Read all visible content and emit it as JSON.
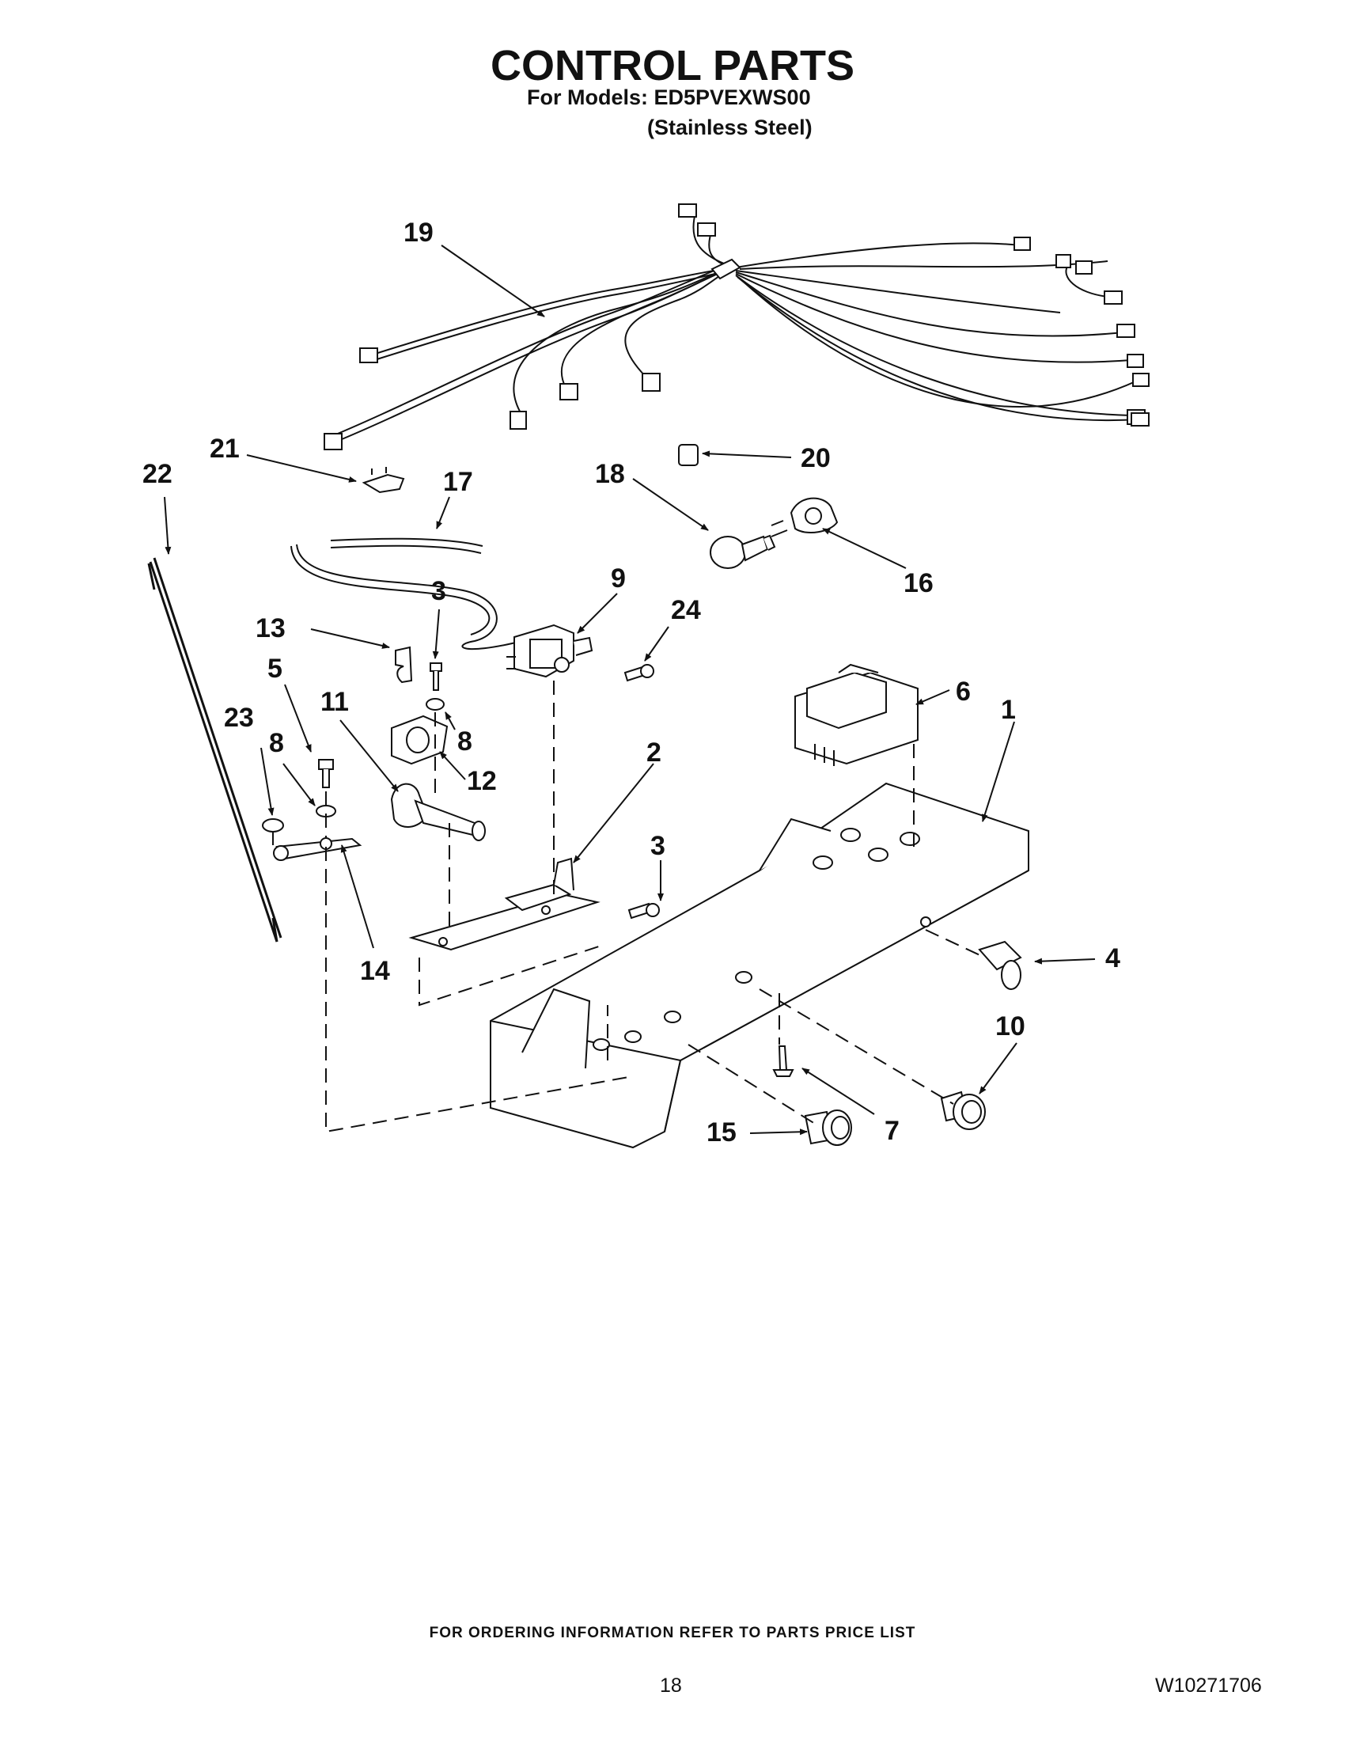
{
  "header": {
    "title": "CONTROL PARTS",
    "models_line": "For Models: ED5PVEXWS00",
    "finish_line": "(Stainless Steel)"
  },
  "callouts": [
    "19",
    "21",
    "17",
    "22",
    "18",
    "20",
    "16",
    "9",
    "24",
    "3",
    "13",
    "5",
    "8",
    "11",
    "12",
    "23",
    "6",
    "1",
    "2",
    "14",
    "4",
    "10",
    "15",
    "7"
  ],
  "footer": {
    "ordering_note": "FOR ORDERING INFORMATION REFER TO PARTS PRICE LIST",
    "page_number": "18",
    "doc_number": "W10271706"
  }
}
